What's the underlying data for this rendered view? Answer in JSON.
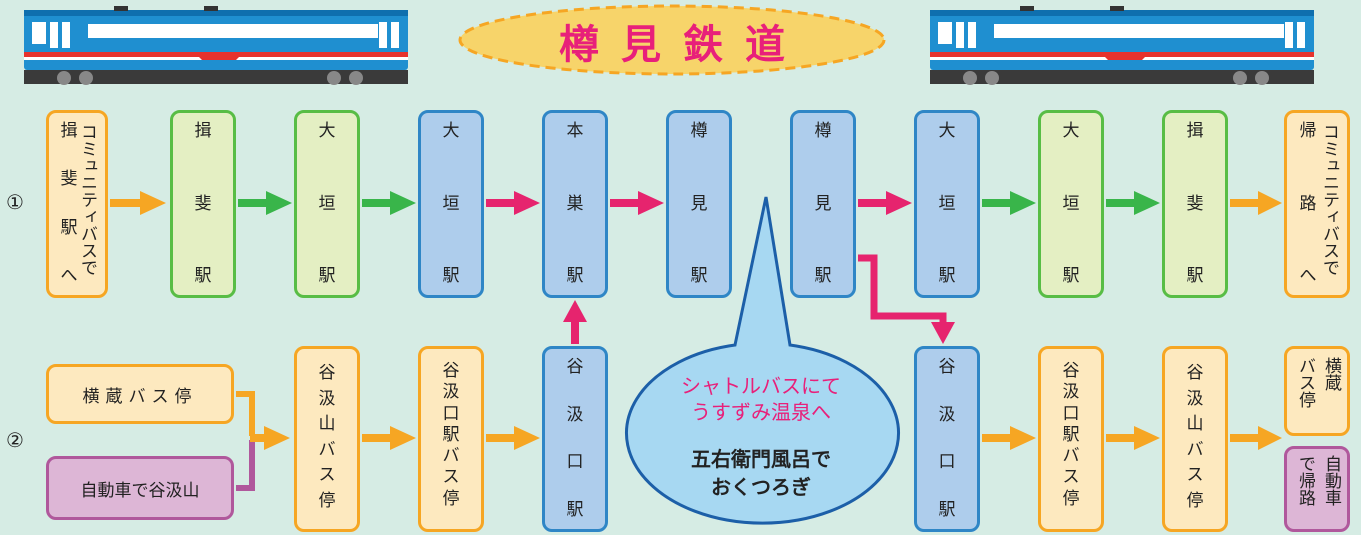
{
  "title": "樽見鉄道",
  "row_labels": [
    "①",
    "②"
  ],
  "colors": {
    "orange": "#f6a623",
    "green": "#39b54a",
    "pink": "#e6246e",
    "purple": "#b0589c",
    "title_pink": "#e8207a"
  },
  "row1": [
    {
      "label": "揖斐駅へ",
      "note": "コミュニティバスで"
    },
    {
      "label": "揖斐駅"
    },
    {
      "label": "大垣駅"
    },
    {
      "label": "大垣駅"
    },
    {
      "label": "本巣駅"
    },
    {
      "label": "樽見駅"
    },
    {
      "label": "樽見駅"
    },
    {
      "label": "大垣駅"
    },
    {
      "label": "大垣駅"
    },
    {
      "label": "揖斐駅"
    },
    {
      "label": "帰路へ",
      "note": "コミュニティバスで"
    }
  ],
  "row2": {
    "origin_bus": "横蔵バス停",
    "origin_car": "自動車で谷汲山",
    "stops": [
      "谷汲山バス停",
      "谷汲口駅バス停",
      "谷汲口駅",
      "谷汲口駅",
      "谷汲口駅バス停",
      "谷汲山バス停"
    ],
    "end_bus": [
      "バス停",
      "横蔵"
    ],
    "end_car": [
      "で帰路",
      "自動車"
    ]
  },
  "bubble": {
    "line1": "シャトルバスにて",
    "line2": "うすずみ温泉へ",
    "line3": "五右衛門風呂で",
    "line4": "おくつろぎ"
  }
}
